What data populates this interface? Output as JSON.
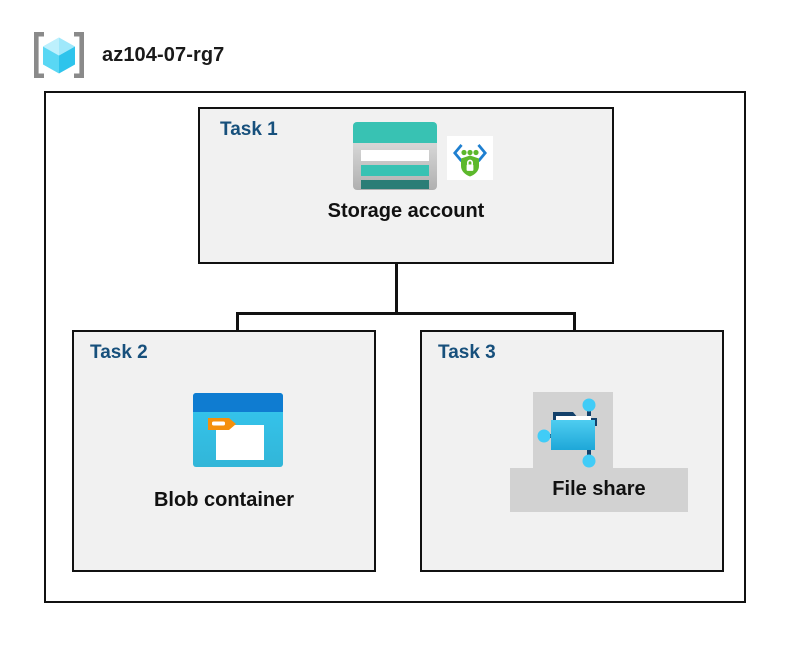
{
  "diagram": {
    "type": "azure-architecture",
    "resource_group": {
      "name": "az104-07-rg7",
      "icon": "resource-group-icon"
    },
    "tasks": [
      {
        "id": "task1",
        "label": "Task 1",
        "node_label": "Storage account",
        "icons": [
          "storage-account-icon",
          "managed-identity-icon"
        ]
      },
      {
        "id": "task2",
        "label": "Task 2",
        "node_label": "Blob container",
        "icons": [
          "blob-container-icon"
        ]
      },
      {
        "id": "task3",
        "label": "Task 3",
        "node_label": "File share",
        "icons": [
          "file-share-icon"
        ],
        "highlighted": true
      }
    ],
    "colors": {
      "task_label": "#17507c",
      "node_label": "#111111",
      "box_border": "#111111",
      "box_fill": "#f1f1f1",
      "canvas": "#ffffff",
      "highlight": "#d2d2d2",
      "storage_teal": "#38c2b3",
      "storage_teal_dark": "#2b7d76",
      "blob_blue": "#0f7cd1",
      "blob_cyan": "#32bdea",
      "blob_orange": "#f4900c",
      "fileshare_cyan": "#32bdea",
      "fileshare_navy": "#13416b",
      "identity_green": "#5cb82b",
      "identity_blue": "#0078d4",
      "rg_cube_cyan": "#4fd2f7",
      "rg_bracket_gray": "#8a8a8a"
    }
  }
}
